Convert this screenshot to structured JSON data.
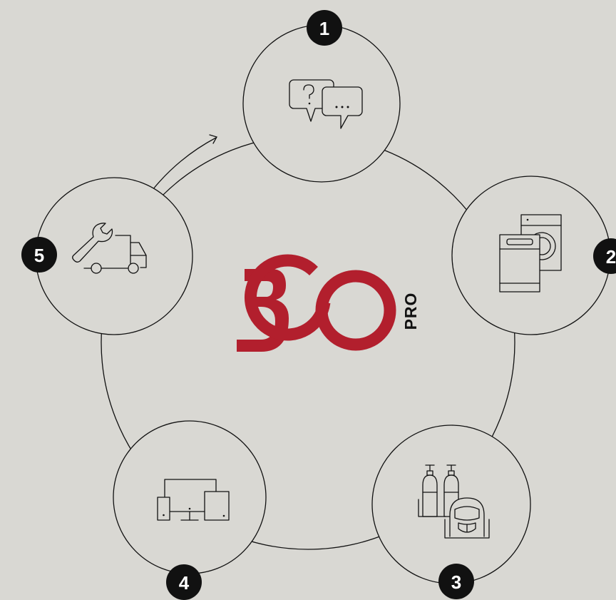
{
  "diagram": {
    "logo": {
      "number": "360",
      "suffix": "PRO",
      "color": "#b21f2d"
    },
    "steps": [
      {
        "number": "1",
        "icon": "speech-bubbles-icon"
      },
      {
        "number": "2",
        "icon": "appliances-icon"
      },
      {
        "number": "3",
        "icon": "gas-cylinders-and-mask-icon"
      },
      {
        "number": "4",
        "icon": "devices-icon"
      },
      {
        "number": "5",
        "icon": "service-truck-icon"
      }
    ],
    "colors": {
      "background": "#d9d8d3",
      "line": "#111111",
      "badge": "#111111"
    }
  }
}
